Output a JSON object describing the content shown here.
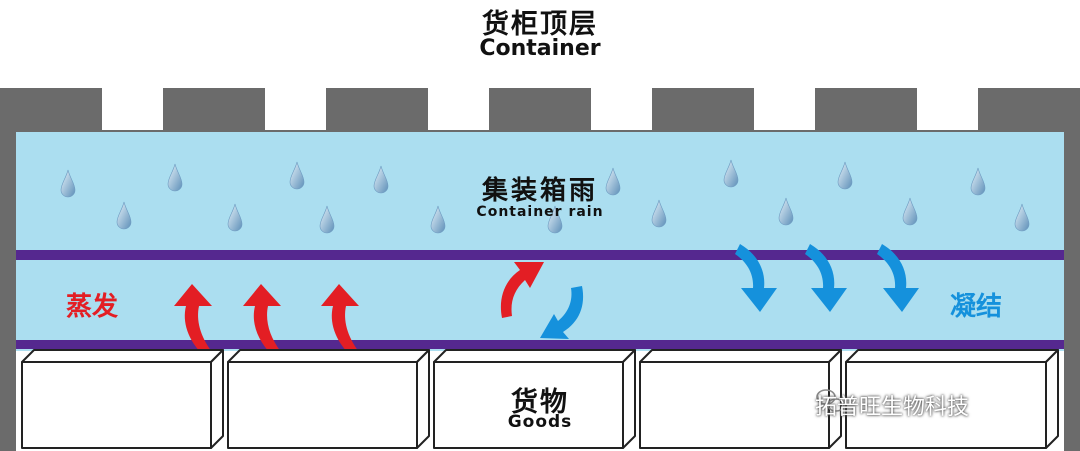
{
  "header": {
    "title_cn": "货柜顶层",
    "title_en": "Container"
  },
  "rain": {
    "label_cn": "集装箱雨",
    "label_en": "Container rain"
  },
  "evaporation": {
    "label": "蒸发",
    "color": "#e31e24"
  },
  "condensation": {
    "label": "凝结",
    "color": "#1591dc"
  },
  "goods": {
    "label_cn": "货物",
    "label_en": "Goods"
  },
  "watermark": {
    "text": "拓普旺生物科技"
  },
  "colors": {
    "container_fill": "#abdef0",
    "roof": "#6b6b6b",
    "band": "#55288f",
    "box_outline": "#222222",
    "drop": "#8ab7d6"
  }
}
